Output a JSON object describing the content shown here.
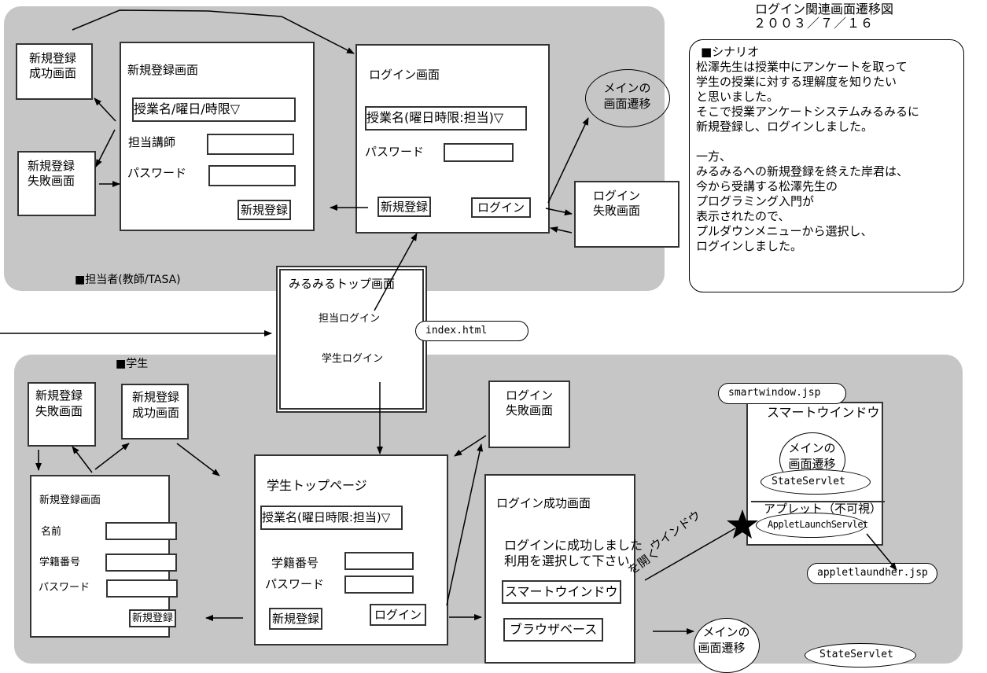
{
  "header": {
    "title": "ログイン関連画面遷移図",
    "date": "２００３／７／１６"
  },
  "scenario": {
    "heading": "■シナリオ",
    "lines": [
      "松澤先生は授業中にアンケートを取って",
      "学生の授業に対する理解度を知りたい",
      "と思いました。",
      "そこで授業アンケートシステムみるみるに",
      "新規登録し、ログインしました。",
      "",
      "一方、",
      "みるみるへの新規登録を終えた岸君は、",
      "今から受講する松澤先生の",
      "プログラミング入門が",
      "表示されたので、",
      "プルダウンメニューから選択し、",
      "ログインしました。"
    ]
  },
  "teacher_section": {
    "label": "■担当者(教師/TASA)",
    "register_success": {
      "line1": "新規登録",
      "line2": "成功画面"
    },
    "register_failure": {
      "line1": "新規登録",
      "line2": "失敗画面"
    },
    "register_screen": {
      "title": "新規登録画面",
      "course_select": "授業名/曜日/時限▽",
      "instructor_label": "担当講師",
      "password_label": "パスワード",
      "register_button": "新規登録"
    },
    "login_screen": {
      "title": "ログイン画面",
      "course_select": "授業名(曜日時限:担当)▽",
      "password_label": "パスワード",
      "register_button": "新規登録",
      "login_button": "ログイン"
    },
    "main_transition": {
      "line1": "メインの",
      "line2": "画面遷移"
    },
    "login_failure": {
      "line1": "ログイン",
      "line2": "失敗画面"
    }
  },
  "top_page": {
    "title": "みるみるトップ画面",
    "teacher_login": "担当ログイン",
    "student_login": "学生ログイン",
    "file": "index.html"
  },
  "student_section": {
    "label": "■学生",
    "register_failure": {
      "line1": "新規登録",
      "line2": "失敗画面"
    },
    "register_success": {
      "line1": "新規登録",
      "line2": "成功画面"
    },
    "register_screen": {
      "title": "新規登録画面",
      "name_label": "名前",
      "student_id_label": "学籍番号",
      "password_label": "パスワード",
      "register_button": "新規登録"
    },
    "top_page": {
      "title": "学生トップページ",
      "course_select": "授業名(曜日時限:担当)▽",
      "student_id_label": "学籍番号",
      "password_label": "パスワード",
      "register_button": "新規登録",
      "login_button": "ログイン"
    },
    "login_failure": {
      "line1": "ログイン",
      "line2": "失敗画面"
    },
    "login_success": {
      "title": "ログイン成功画面",
      "message1": "ログインに成功しました",
      "message2": "利用を選択して下さい",
      "smart_window_button": "スマートウインドウ",
      "browser_base_button": "ブラウザベース"
    },
    "open_window_label1": "ウインドウ",
    "open_window_label2": "を開く",
    "smart_window": {
      "file": "smartwindow.jsp",
      "title": "スマートウインドウ",
      "main_transition": {
        "line1": "メインの",
        "line2": "画面遷移"
      },
      "servlet": "StateServlet",
      "applet_label": "アプレット（不可視）",
      "applet_servlet": "AppletLaunchServlet"
    },
    "applet_launcher_file": "appletlaundher.jsp",
    "browser_main_transition": {
      "line1": "メインの",
      "line2": "画面遷移",
      "servlet": "StateServlet"
    }
  }
}
